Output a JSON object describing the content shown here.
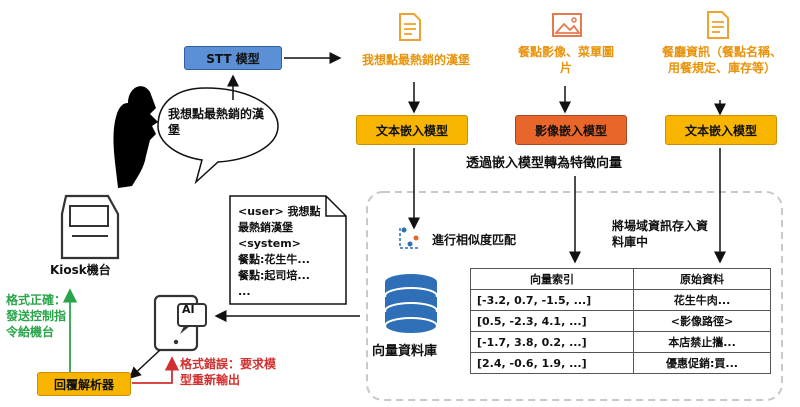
{
  "stt_box": "STT 模型",
  "speech_bubble": "我想點最熱銷的漢堡",
  "query_text": "我想點最熱銷的漢堡",
  "image_source": "餐點影像、菜單圖片",
  "info_source": "餐廳資訊（餐點名稱、用餐規定、庫存等）",
  "text_embed_1": "文本嵌入模型",
  "image_embed": "影像嵌入模型",
  "text_embed_2": "文本嵌入模型",
  "embed_caption": "透過嵌入模型轉為特徵向量",
  "similarity_label": "進行相似度匹配",
  "store_label": "將場域資訊存入資料庫中",
  "db_label": "向量資料庫",
  "kiosk_label": "Kiosk機台",
  "parser_label": "回覆解析器",
  "ai_icon_text": "AI",
  "ok_text": "格式正確：發送控制指令給機台",
  "err_text": "格式錯誤：要求模型重新輸出",
  "chat": {
    "line1": "<user> 我想點",
    "line2": "最熱銷漢堡",
    "line3": "<system>",
    "line4": "餐點:花生牛...",
    "line5": "餐點:起司培...",
    "line6": "..."
  },
  "table": {
    "headers": [
      "向量索引",
      "原始資料"
    ],
    "rows": [
      [
        "[-3.2, 0.7, -1.5, ...]",
        "花生牛肉..."
      ],
      [
        "[0.5, -2.3, 4.1, ...]",
        "<影像路徑>"
      ],
      [
        "[-1.7, 3.8, 0.2, ...]",
        "本店禁止攜..."
      ],
      [
        "[2.4, -0.6, 1.9, ...]",
        "優惠促銷:買..."
      ]
    ]
  },
  "colors": {
    "stt_blue": "#5b8fd6",
    "embed_yellow": "#f7b500",
    "embed_orange": "#e8662a",
    "source_text": "#e8930c",
    "ok_green": "#2aa44a",
    "error_red": "#d0302f",
    "db_blue": "#2f6fb8"
  }
}
